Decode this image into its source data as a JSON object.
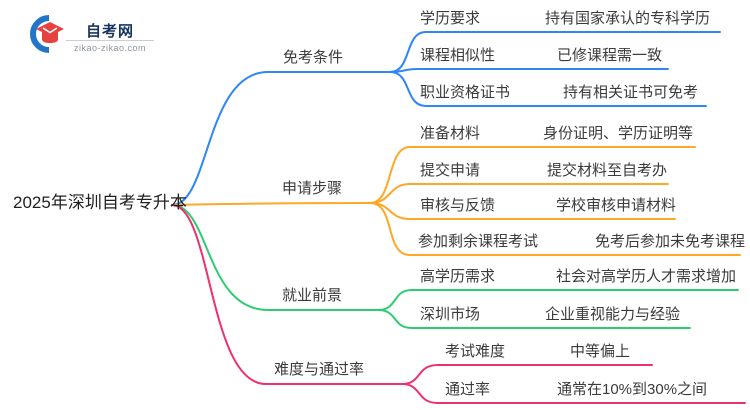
{
  "logo": {
    "title": "自考网",
    "domain": "zikao-zikao.com"
  },
  "root": {
    "label": "2025年深圳自考专升本"
  },
  "colors": {
    "branch1": "#2e87f6",
    "branch2": "#ffa726",
    "branch3": "#2ecc71",
    "branch4": "#f0306e",
    "text": "#3b3b3b",
    "logo_navy": "#16355c",
    "logo_red": "#e64340",
    "logo_blue": "#2176c7"
  },
  "branches": [
    {
      "label": "免考条件",
      "children": [
        {
          "label": "学历要求",
          "value": "持有国家承认的专科学历"
        },
        {
          "label": "课程相似性",
          "value": "已修课程需一致"
        },
        {
          "label": "职业资格证书",
          "value": "持有相关证书可免考"
        }
      ]
    },
    {
      "label": "申请步骤",
      "children": [
        {
          "label": "准备材料",
          "value": "身份证明、学历证明等"
        },
        {
          "label": "提交申请",
          "value": "提交材料至自考办"
        },
        {
          "label": "审核与反馈",
          "value": "学校审核申请材料"
        },
        {
          "label": "参加剩余课程考试",
          "value": "免考后参加未免考课程"
        }
      ]
    },
    {
      "label": "就业前景",
      "children": [
        {
          "label": "高学历需求",
          "value": "社会对高学历人才需求增加"
        },
        {
          "label": "深圳市场",
          "value": "企业重视能力与经验"
        }
      ]
    },
    {
      "label": "难度与通过率",
      "children": [
        {
          "label": "考试难度",
          "value": "中等偏上"
        },
        {
          "label": "通过率",
          "value": "通常在10%到30%之间"
        }
      ]
    }
  ]
}
